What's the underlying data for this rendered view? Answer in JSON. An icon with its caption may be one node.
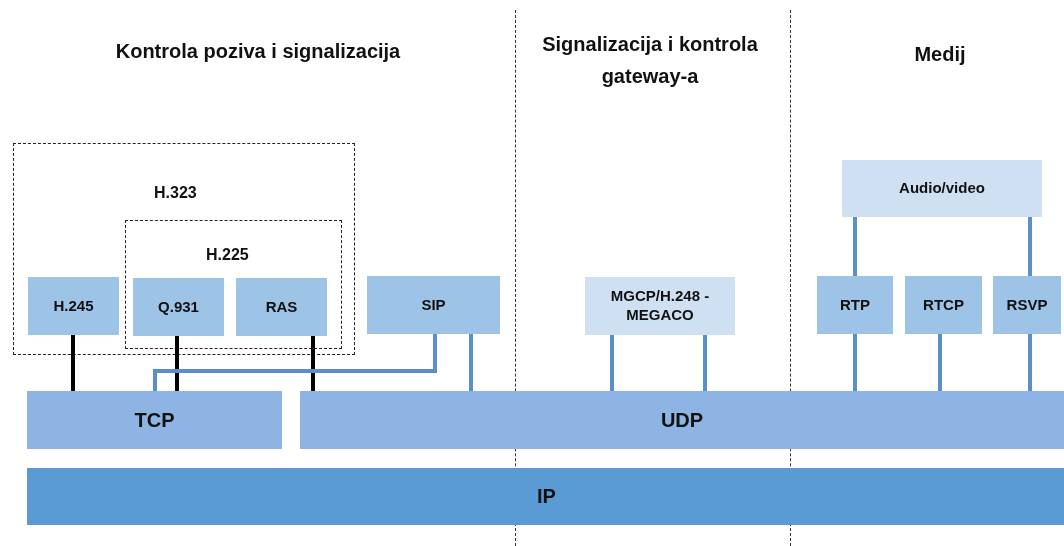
{
  "diagram": {
    "nodes": [
      {
        "text": [
          "H.323"
        ]
      },
      {
        "text": [
          "H.225"
        ],
        "in": 0
      },
      {
        "text": [
          "H.245"
        ],
        "in": 0
      },
      {
        "text": [
          "Q.931"
        ],
        "in": 1
      },
      {
        "text": [
          "RAS"
        ],
        "in": 1
      },
      {
        "text": [
          "SIP"
        ]
      },
      {
        "text": [
          "MGCP/H.248 - MEGACO"
        ]
      },
      {
        "text": [
          "Audio/video"
        ]
      },
      {
        "text": [
          "RTP"
        ]
      },
      {
        "text": [
          "RTCP"
        ]
      },
      {
        "text": [
          "RSVP"
        ]
      },
      {
        "text": [
          "TCP"
        ]
      },
      {
        "text": [
          "UDP"
        ]
      },
      {
        "text": [
          "IP"
        ]
      }
    ],
    "edges": [
      {
        "from": 2,
        "to": 11,
        "arrow": "none",
        "color": "#000000"
      },
      {
        "from": 3,
        "to": 11,
        "arrow": "none",
        "color": "#000000"
      },
      {
        "from": 4,
        "to": 12,
        "arrow": "none",
        "color": "#000000"
      },
      {
        "from": 5,
        "to": 11,
        "arrow": "none"
      },
      {
        "from": 5,
        "to": 12,
        "arrow": "none"
      },
      {
        "from": 6,
        "to": 12,
        "arrow": "none"
      },
      {
        "from": 6,
        "to": 12,
        "arrow": "none"
      },
      {
        "from": 7,
        "to": 8,
        "arrow": "none"
      },
      {
        "from": 7,
        "to": 10,
        "arrow": "none"
      },
      {
        "from": 8,
        "to": 12,
        "arrow": "none"
      },
      {
        "from": 9,
        "to": 12,
        "arrow": "none"
      },
      {
        "from": 10,
        "to": 12,
        "arrow": "none"
      }
    ],
    "labels": [
      "Kontrola poziva i signalizacija",
      "Signalizacija i kontrola gateway-a",
      "Medij"
    ]
  }
}
